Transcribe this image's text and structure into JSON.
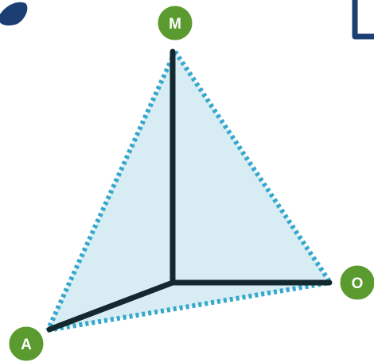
{
  "diagram": {
    "vertices": {
      "top": {
        "label": "M"
      },
      "right": {
        "label": "O"
      },
      "left": {
        "label": "A"
      }
    }
  },
  "colors": {
    "face_fill": "#d7edf3",
    "dotted_edge": "#35a7cc",
    "solid_edge": "#13282f",
    "vertex_badge": "#5a9a2e",
    "vertex_badge_border": "#ffffff",
    "vertex_text": "#ffffff",
    "corner_marks": "#1c3f73"
  }
}
